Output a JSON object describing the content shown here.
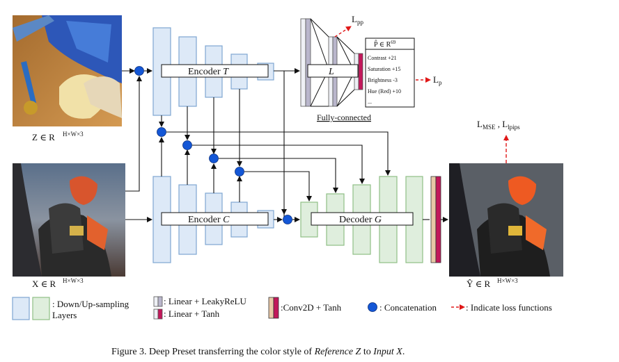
{
  "diagram": {
    "encoder_t": "Encoder",
    "encoder_t_var": "T",
    "encoder_c": "Encoder",
    "encoder_c_var": "C",
    "decoder": "Decoder",
    "decoder_var": "G",
    "l_block": "L",
    "fully_connected": "Fully-connected",
    "loss_pp": "L",
    "loss_pp_sub": "pp",
    "loss_p": "L",
    "loss_p_sub": "p",
    "loss_out": "L",
    "loss_out_sub1": "MSE",
    "loss_out_sep": " , L",
    "loss_out_sub2": "lpips",
    "preset_header": "P̂ ∈ R",
    "preset_header_sup": "69",
    "preset_items": [
      "Contrast +21",
      "Saturation +15",
      "Brightness -3",
      "Hue (Red) +10",
      "..."
    ],
    "z_label": "Z ∈ R",
    "z_sup": "H×W×3",
    "x_label": "X ∈ R",
    "x_sup": "H×W×3",
    "y_label": "Ŷ ∈ R",
    "y_sup": "H×W×3"
  },
  "legend": {
    "down_up_line1": ": Down/Up-sampling",
    "down_up_line2": "Layers",
    "linear_leaky": ": Linear + LeakyReLU",
    "linear_tanh": ": Linear + Tanh",
    "conv_tanh": ":Conv2D + Tanh",
    "concat": ": Concatenation",
    "loss": ": Indicate loss functions"
  },
  "caption": {
    "prefix": "Figure 3. Deep Preset transferring the color style of ",
    "ref": "Reference Z",
    "mid": " to ",
    "input": "Input X",
    "end": "."
  },
  "colors": {
    "blue_fill": "#dde9f7",
    "blue_stroke": "#7ea6d2",
    "green_fill": "#dfeedd",
    "green_stroke": "#8fbf86",
    "concat_dot": "#1457d6",
    "loss_arrow": "#e01818",
    "tanh_bar": "#c2185b",
    "conv_bar": "#e8c7a6"
  }
}
